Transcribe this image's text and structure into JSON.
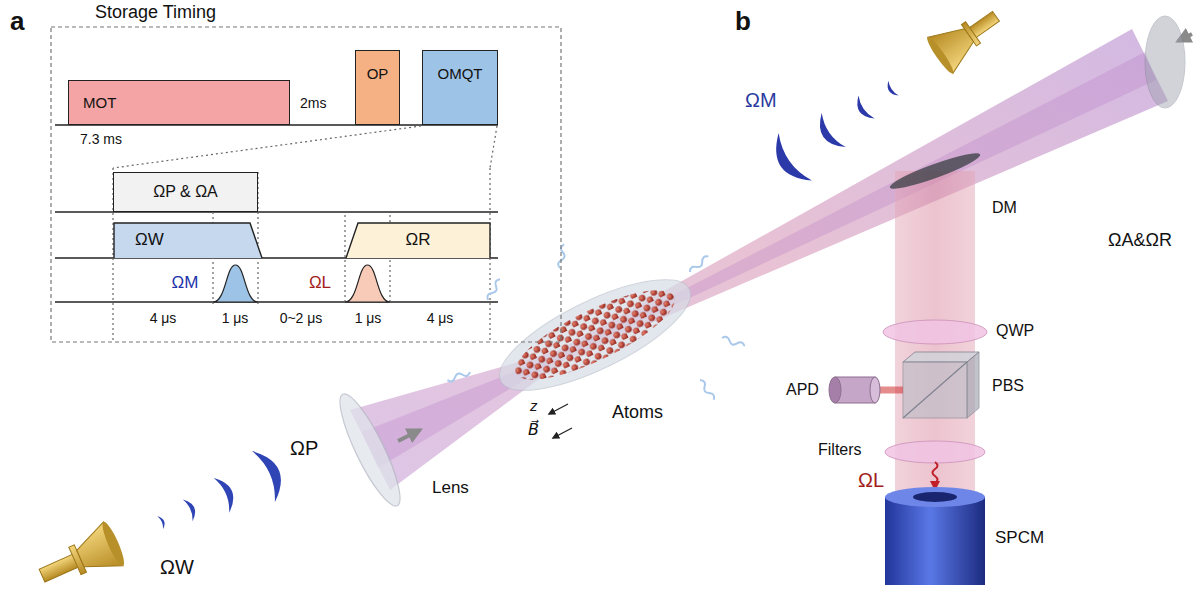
{
  "diagram": {
    "nodes": [
      {
        "text": [
          "Storage Timing"
        ]
      },
      {
        "text": [
          "MOT"
        ],
        "in": 0
      },
      {
        "text": [
          "OP"
        ],
        "in": 0
      },
      {
        "text": [
          "OMQT"
        ],
        "in": 0
      },
      {
        "text": [
          "ΩP & ΩA"
        ],
        "in": 0
      },
      {
        "text": [
          "ΩW"
        ],
        "in": 0
      },
      {
        "text": [
          "ΩR"
        ],
        "in": 0
      }
    ],
    "labels": [
      "a",
      "7.3 ms",
      "2ms",
      "ΩM",
      "ΩL",
      "4 μs",
      "1 μs",
      "0~2 μs",
      "1 μs",
      "4 μs",
      "b",
      "ΩM",
      "ΩA&ΩR",
      "DM",
      "QWP",
      "APD",
      "PBS",
      "Filters",
      "ΩL",
      "SPCM",
      "Atoms",
      "z",
      "B⃗",
      "Lens",
      "ΩP",
      "ΩW"
    ]
  }
}
